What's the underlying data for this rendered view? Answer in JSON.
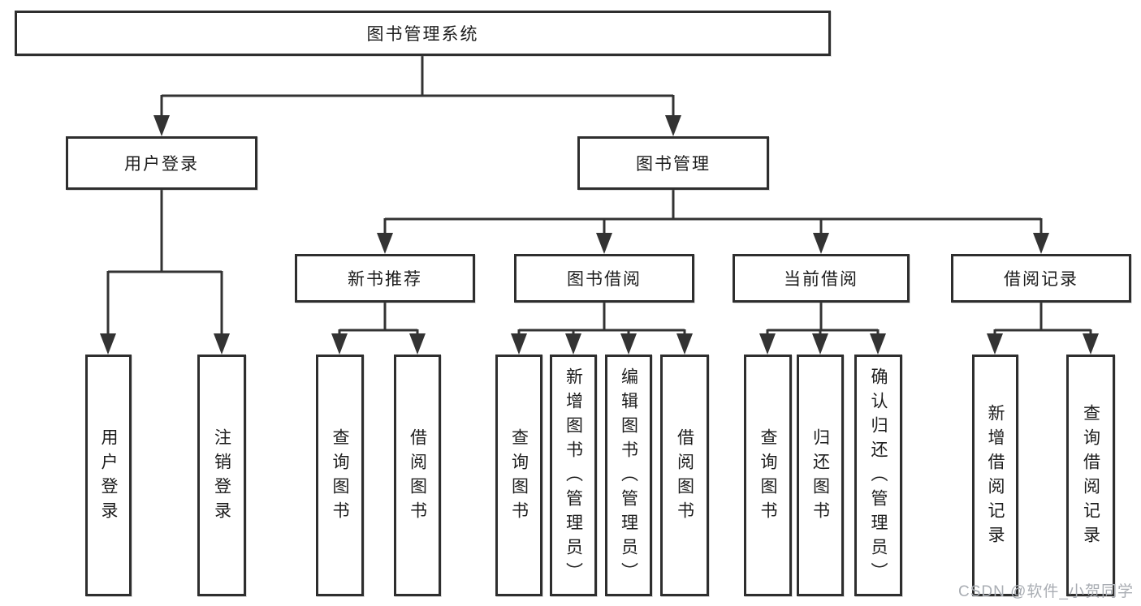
{
  "diagram": {
    "type": "hierarchy-tree",
    "nodes": {
      "root": "图书管理系统",
      "user_login": "用户登录",
      "book_mgmt": "图书管理",
      "new_book_rec": "新书推荐",
      "book_borrow": "图书借阅",
      "current_borrow": "当前借阅",
      "borrow_records": "借阅记录",
      "leaf_user_login": "用户登录",
      "leaf_logout": "注销登录",
      "nb_query_book": "查询图书",
      "nb_borrow_book": "借阅图书",
      "bb_query_book": "查询图书",
      "bb_add_book": "新增图书（管理员）",
      "bb_edit_book": "编辑图书（管理员）",
      "bb_borrow_book": "借阅图书",
      "cb_query_book": "查询图书",
      "cb_return_book": "归还图书",
      "cb_confirm_return": "确认归还（管理员）",
      "br_add_record": "新增借阅记录",
      "br_query_record": "查询借阅记录"
    },
    "edges": [
      [
        "root",
        "user_login"
      ],
      [
        "root",
        "book_mgmt"
      ],
      [
        "user_login",
        "leaf_user_login"
      ],
      [
        "user_login",
        "leaf_logout"
      ],
      [
        "book_mgmt",
        "new_book_rec"
      ],
      [
        "book_mgmt",
        "book_borrow"
      ],
      [
        "book_mgmt",
        "current_borrow"
      ],
      [
        "book_mgmt",
        "borrow_records"
      ],
      [
        "new_book_rec",
        "nb_query_book"
      ],
      [
        "new_book_rec",
        "nb_borrow_book"
      ],
      [
        "book_borrow",
        "bb_query_book"
      ],
      [
        "book_borrow",
        "bb_add_book"
      ],
      [
        "book_borrow",
        "bb_edit_book"
      ],
      [
        "book_borrow",
        "bb_borrow_book"
      ],
      [
        "current_borrow",
        "cb_query_book"
      ],
      [
        "current_borrow",
        "cb_return_book"
      ],
      [
        "current_borrow",
        "cb_confirm_return"
      ],
      [
        "borrow_records",
        "br_add_record"
      ],
      [
        "borrow_records",
        "br_query_record"
      ]
    ],
    "colors": {
      "line": "#333333",
      "box_border": "#2e2e2e",
      "box_fill": "#ffffff",
      "text": "#1c1c1c",
      "background": "#ffffff",
      "watermark": "#a9adb3"
    }
  },
  "watermark": "CSDN @软件_小贺同学"
}
